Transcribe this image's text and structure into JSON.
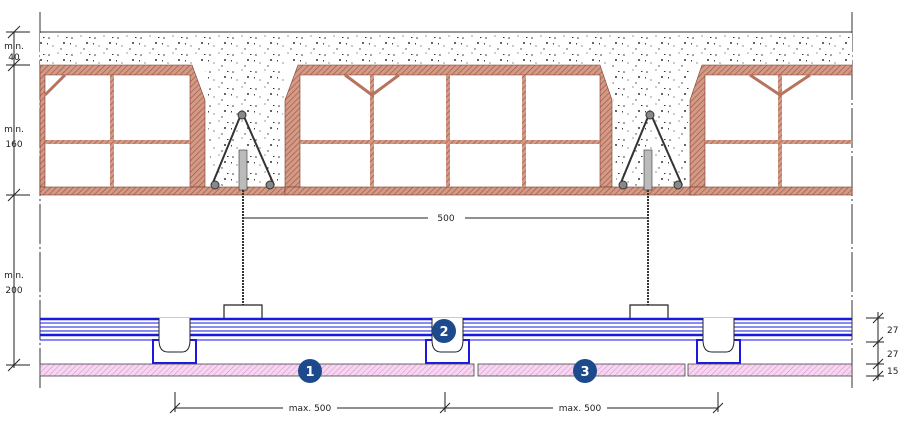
{
  "dimensions": {
    "concrete_topping": {
      "prefix": "min.",
      "value": "40"
    },
    "block_height": {
      "prefix": "min.",
      "value": "160"
    },
    "hanger_gap": {
      "prefix": "min.",
      "value": "200"
    },
    "hanger_spacing": "500",
    "profile_spacing_1": "max. 500",
    "profile_spacing_2": "max. 500",
    "layer_1": "27",
    "layer_2": "27",
    "board": "15"
  },
  "markers": [
    "1",
    "2",
    "3"
  ],
  "colors": {
    "brick": "#b8735f",
    "profile": "#1a1adc",
    "board": "#e9a9e0",
    "marker": "#1d4a8c"
  }
}
